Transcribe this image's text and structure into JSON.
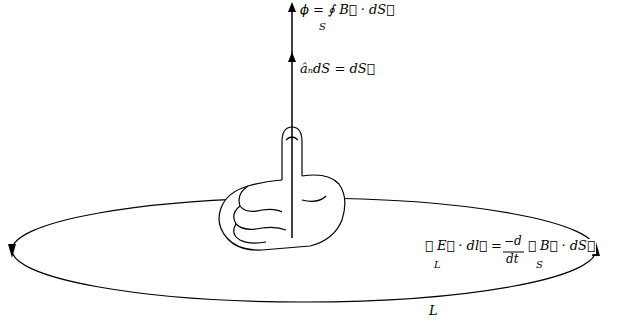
{
  "diagram": {
    "labels": [
      "ϕ = ∮ B⃗ · dS⃗",
      "S",
      "âₙdS = dS⃗",
      "∮ E⃗ · dl⃗ =",
      "L",
      "−d",
      "dt",
      "∮ B⃗ · dS⃗",
      "S",
      "L"
    ]
  }
}
